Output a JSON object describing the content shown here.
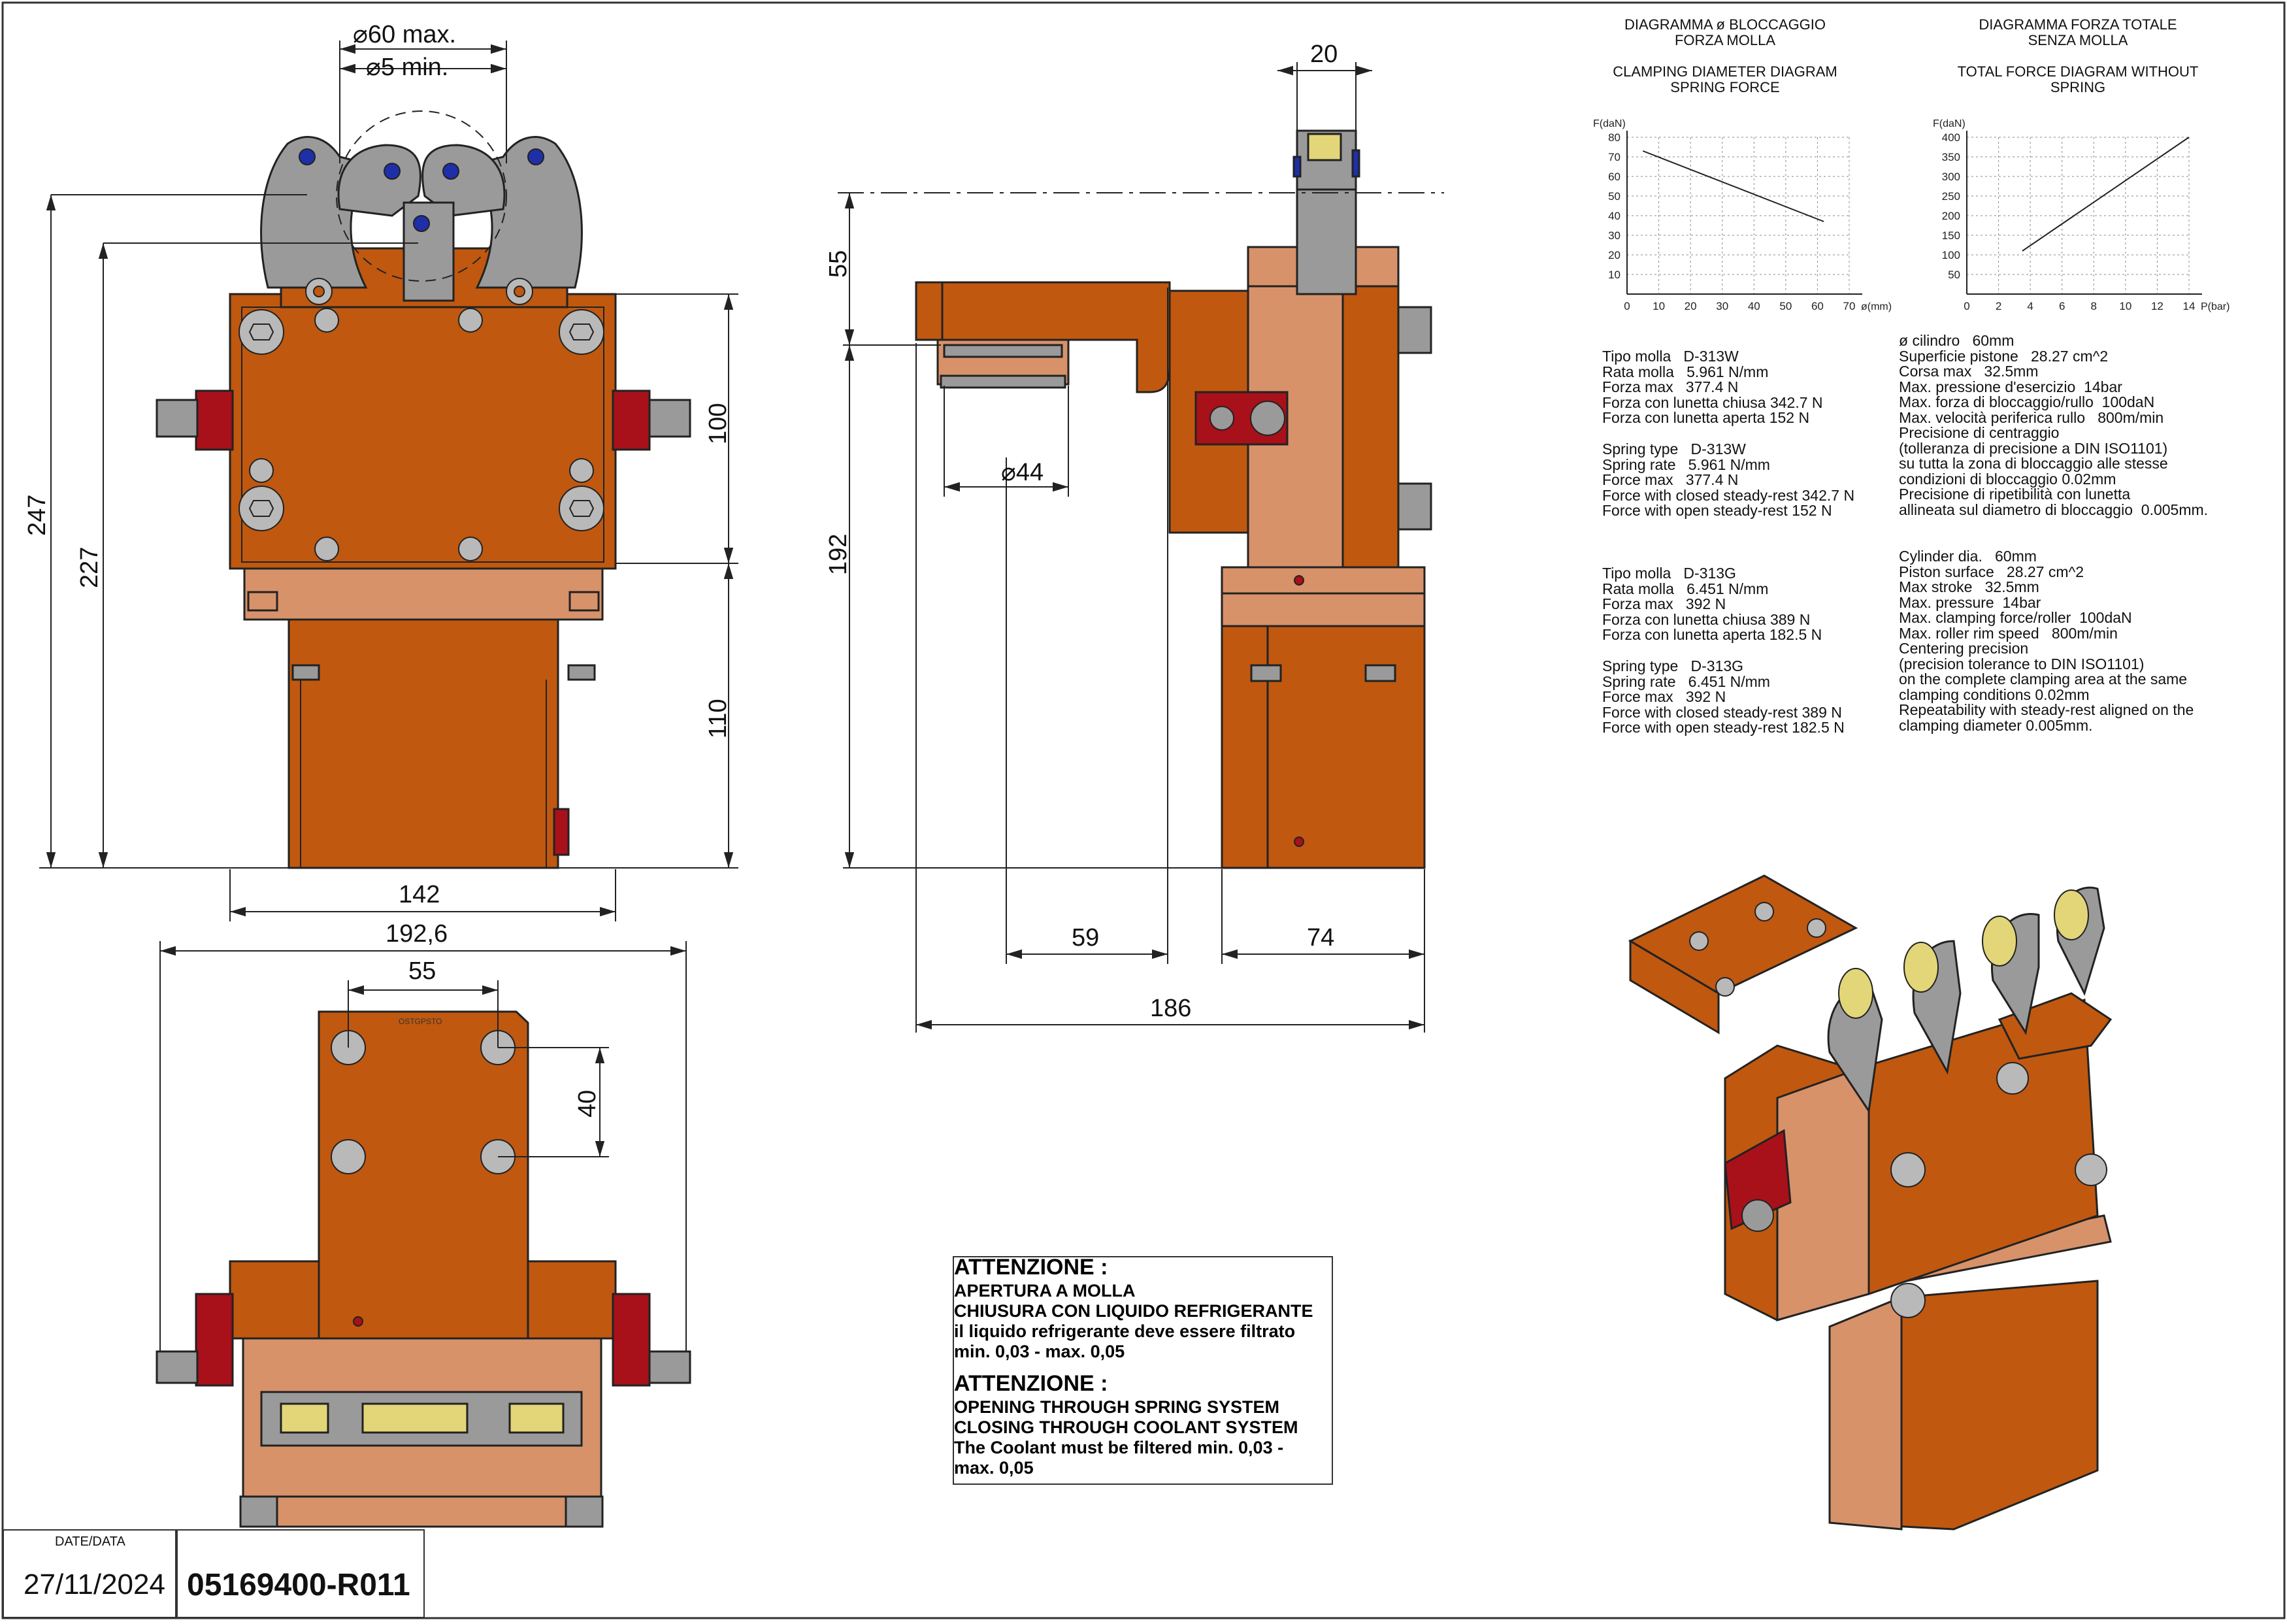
{
  "dimensions": {
    "front_top_max": "⌀60 max.",
    "front_top_min": "⌀5 min.",
    "front_247": "247",
    "front_227": "227",
    "front_100": "100",
    "front_110": "110",
    "front_142": "142",
    "front_1926": "192,6",
    "side_20": "20",
    "side_55": "55",
    "side_192": "192",
    "side_d44": "⌀44",
    "side_59": "59",
    "side_74": "74",
    "side_186": "186",
    "bottom_55": "55",
    "bottom_40": "40"
  },
  "charts": {
    "clamping": {
      "title_it": "DIAGRAMMA ø BLOCCAGGIO\nFORZA MOLLA",
      "title_en": "CLAMPING DIAMETER DIAGRAM\nSPRING FORCE"
    },
    "force": {
      "title_it": "DIAGRAMMA FORZA TOTALE\nSENZA MOLLA",
      "title_en": "TOTAL FORCE DIAGRAM WITHOUT\nSPRING"
    }
  },
  "chart_data": [
    {
      "type": "line",
      "ylabel": "F(daN)",
      "xlabel": "ø(mm)",
      "x_ticks": [
        0,
        10,
        20,
        30,
        40,
        50,
        60,
        70
      ],
      "y_ticks": [
        10,
        20,
        30,
        40,
        50,
        60,
        70,
        80
      ],
      "xlim": [
        0,
        70
      ],
      "ylim": [
        0,
        80
      ],
      "grid": true,
      "series": [
        {
          "x": [
            5,
            62
          ],
          "y": [
            73,
            37
          ]
        }
      ]
    },
    {
      "type": "line",
      "ylabel": "F(daN)",
      "xlabel": "P(bar)",
      "x_ticks": [
        0,
        2,
        4,
        6,
        8,
        10,
        12,
        14
      ],
      "y_ticks": [
        50,
        100,
        150,
        200,
        250,
        300,
        350,
        400
      ],
      "xlim": [
        0,
        14
      ],
      "ylim": [
        0,
        400
      ],
      "grid": true,
      "series": [
        {
          "x": [
            3.5,
            14
          ],
          "y": [
            110,
            400
          ]
        }
      ]
    }
  ],
  "specs": {
    "spring_313W_it": "Tipo molla   D-313W\nRata molla   5.961 N/mm\nForza max   377.4 N\nForza con lunetta chiusa 342.7 N\nForza con lunetta aperta 152 N",
    "spring_313W_en": "Spring type   D-313W\nSpring rate   5.961 N/mm\nForce max   377.4 N\nForce with closed steady-rest 342.7 N\nForce with open steady-rest 152 N",
    "spring_313G_it": "Tipo molla   D-313G\nRata molla   6.451 N/mm\nForza max   392 N\nForza con lunetta chiusa 389 N\nForza con lunetta aperta 182.5 N",
    "spring_313G_en": "Spring type   D-313G\nSpring rate   6.451 N/mm\nForce max   392 N\nForce with closed steady-rest 389 N\nForce with open steady-rest 182.5 N",
    "cylinder_it": "ø cilindro   60mm\nSuperficie pistone   28.27 cm^2\nCorsa max   32.5mm\nMax. pressione d'esercizio  14bar\nMax. forza di bloccaggio/rullo  100daN\nMax. velocità periferica rullo   800m/min\nPrecisione di centraggio\n(tolleranza di precisione a DIN ISO1101)\nsu tutta la zona di bloccaggio alle stesse\ncondizioni di bloccaggio 0.02mm\nPrecisione di ripetibilità con lunetta\nallineata sul diametro di bloccaggio  0.005mm.",
    "cylinder_en": "Cylinder dia.   60mm\nPiston surface   28.27 cm^2\nMax stroke   32.5mm\nMax. pressure  14bar\nMax. clamping force/roller  100daN\nMax. roller rim speed   800m/min\nCentering precision\n(precision tolerance to DIN ISO1101)\non the complete clamping area at the same\nclamping conditions 0.02mm\nRepeatability with steady-rest aligned on the\nclamping diameter 0.005mm."
  },
  "warning": {
    "title_it": "ATTENZIONE :",
    "body_it": "APERTURA A MOLLA\nCHIUSURA CON LIQUIDO REFRIGERANTE\nil liquido refrigerante deve essere filtrato\nmin. 0,03 - max. 0,05",
    "title_en": "ATTENZIONE :",
    "body_en": "OPENING THROUGH SPRING SYSTEM\nCLOSING THROUGH COOLANT SYSTEM\nThe Coolant must be filtered min. 0,03 -\nmax. 0,05"
  },
  "title_block": {
    "date_label": "DATE/DATA",
    "date": "27/11/2024",
    "code": "05169400-R011"
  },
  "part_marking": "OSTGPSTO",
  "colors": {
    "body": "#c0580f",
    "body_light": "#d7926a",
    "arm_gray": "#9a9a9a",
    "screw_blue": "#1f2fa8",
    "red_part": "#a8101a",
    "roller_yellow": "#e3d678",
    "line": "#222222"
  }
}
